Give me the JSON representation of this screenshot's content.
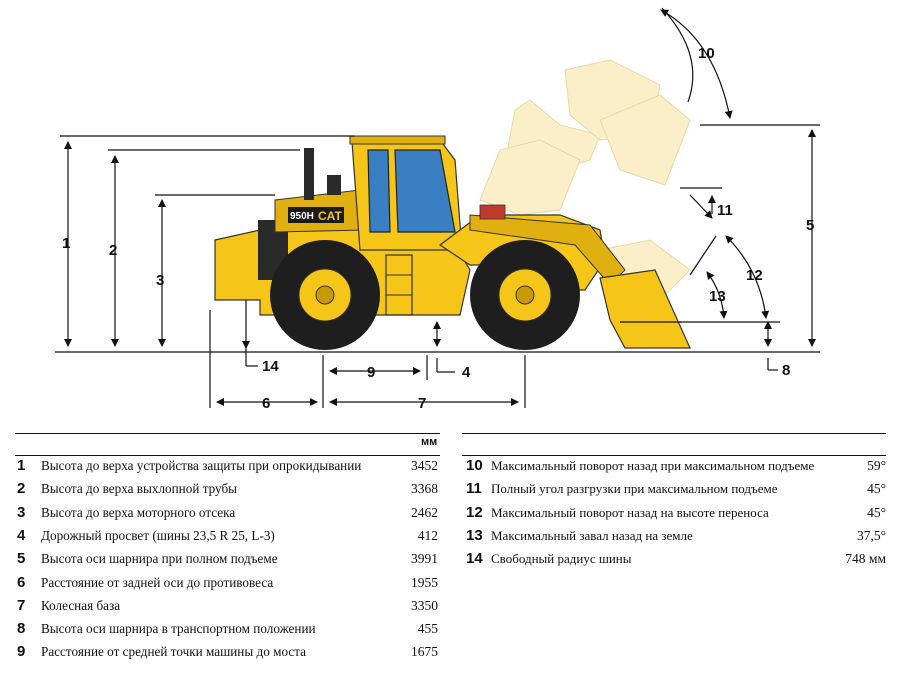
{
  "diagram": {
    "model_badge": "950H",
    "brand_badge": "CAT",
    "dimension_labels": [
      "1",
      "2",
      "3",
      "4",
      "5",
      "6",
      "7",
      "8",
      "9",
      "10",
      "11",
      "12",
      "13",
      "14"
    ]
  },
  "table": {
    "unit_header": "мм",
    "left_rows": [
      {
        "num": "1",
        "label": "Высота до верха устройства защиты при опрокидывании",
        "value": "3452"
      },
      {
        "num": "2",
        "label": "Высота до верха выхлопной трубы",
        "value": "3368"
      },
      {
        "num": "3",
        "label": "Высота до верха моторного отсека",
        "value": "2462"
      },
      {
        "num": "4",
        "label": "Дорожный просвет (шины 23,5 R 25, L-3)",
        "value": "412"
      },
      {
        "num": "5",
        "label": "Высота оси шарнира при полном подъеме",
        "value": "3991"
      },
      {
        "num": "6",
        "label": "Расстояние от задней оси до противовеса",
        "value": "1955"
      },
      {
        "num": "7",
        "label": "Колесная база",
        "value": "3350"
      },
      {
        "num": "8",
        "label": "Высота оси шарнира в транспортном положении",
        "value": "455"
      },
      {
        "num": "9",
        "label": "Расстояние от средней точки машины до моста",
        "value": "1675"
      }
    ],
    "right_rows": [
      {
        "num": "10",
        "label": "Максимальный поворот назад при максимальном подъеме",
        "value": "59°"
      },
      {
        "num": "11",
        "label": "Полный угол разгрузки при максимальном подъеме",
        "value": "45°"
      },
      {
        "num": "12",
        "label": "Максимальный поворот назад на высоте переноса",
        "value": "45°"
      },
      {
        "num": "13",
        "label": "Максимальный завал назад на земле",
        "value": "37,5°"
      },
      {
        "num": "14",
        "label": "Свободный радиус шины",
        "value": "748 мм"
      }
    ]
  },
  "colors": {
    "machine_yellow": "#f5c518",
    "ghost_yellow": "#f8e3a0",
    "glass_blue": "#3a7fc1",
    "tire_black": "#1e1e1e"
  }
}
